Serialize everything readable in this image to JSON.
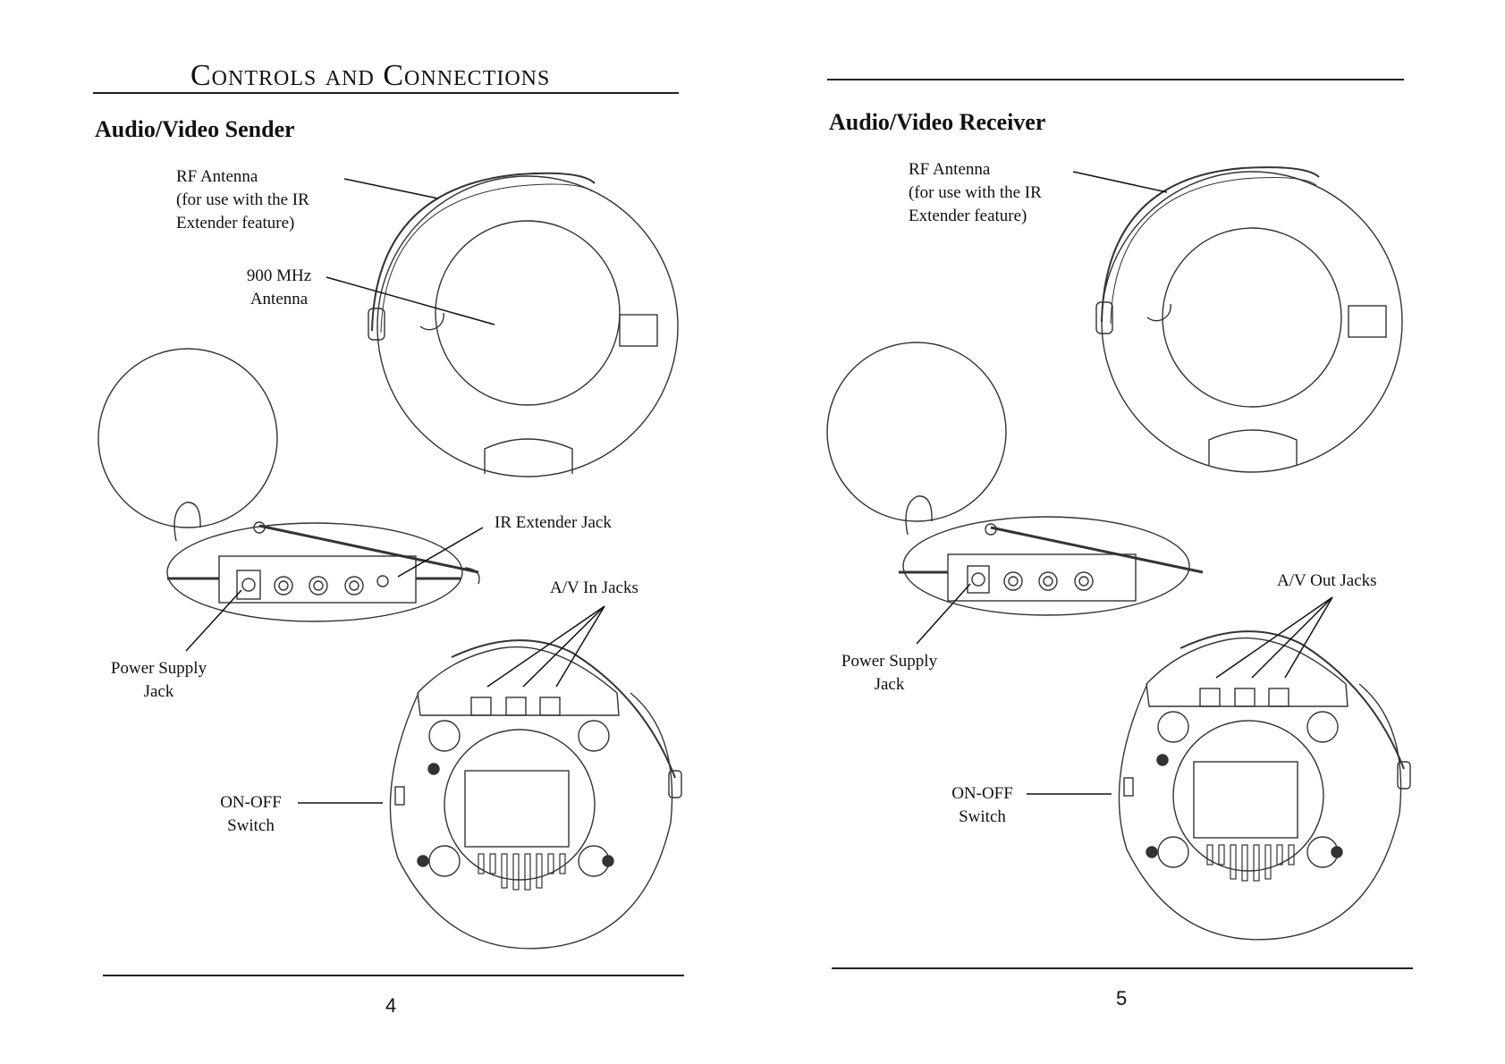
{
  "left_page": {
    "chapter_title": "Controls and Connections",
    "section_title": "Audio/Video Sender",
    "labels": {
      "rf_antenna": "RF Antenna\n(for use with the IR\nExtender feature)",
      "mhz_antenna": "900 MHz\nAntenna",
      "ir_extender_jack": "IR Extender Jack",
      "av_in_jacks": "A/V In Jacks",
      "power_supply_jack": "Power Supply\nJack",
      "on_off_switch": "ON-OFF\nSwitch"
    },
    "page_number": "4"
  },
  "right_page": {
    "section_title": "Audio/Video Receiver",
    "labels": {
      "rf_antenna": "RF Antenna\n(for use with the IR\nExtender feature)",
      "av_out_jacks": "A/V Out Jacks",
      "power_supply_jack": "Power Supply\nJack",
      "on_off_switch": "ON-OFF\nSwitch"
    },
    "page_number": "5"
  }
}
